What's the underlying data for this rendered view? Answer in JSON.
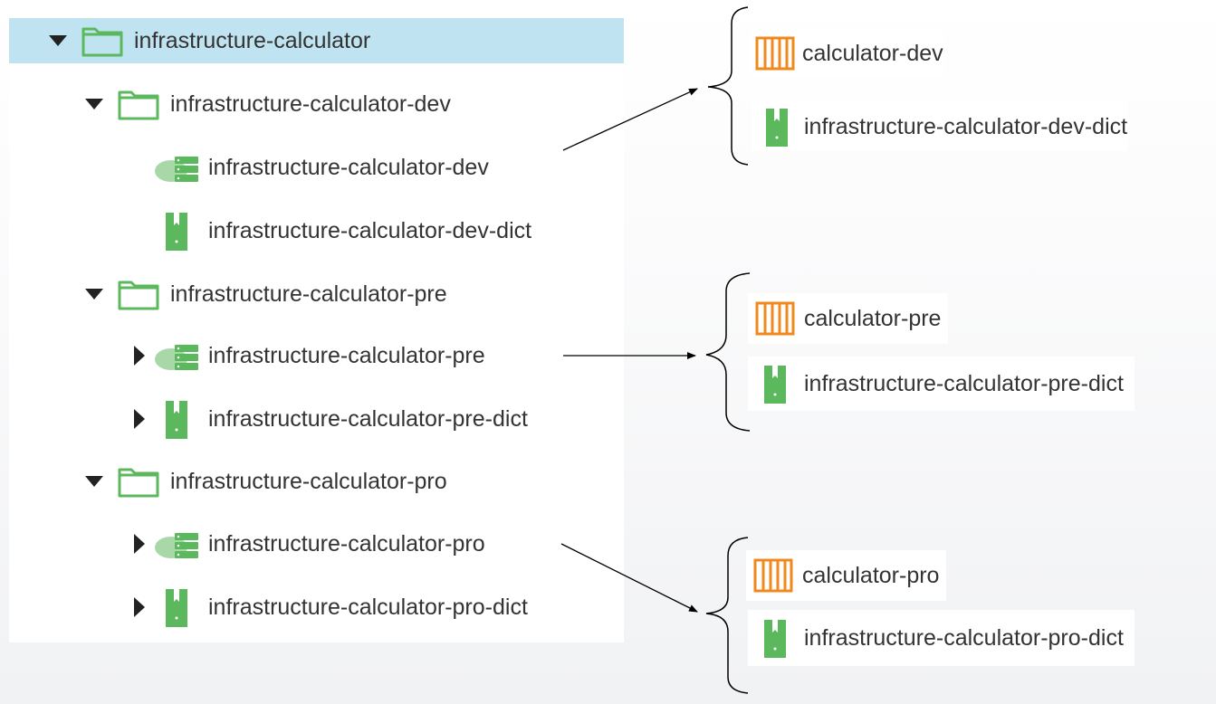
{
  "tree": {
    "root": {
      "label": "infrastructure-calculator",
      "icon": "folder-icon",
      "expanded": true,
      "selected": true
    },
    "folders": [
      {
        "label": "infrastructure-calculator-dev",
        "icon": "folder-icon",
        "expanded": true,
        "children": [
          {
            "label": "infrastructure-calculator-dev",
            "icon": "cloud-server-icon",
            "expandable": false
          },
          {
            "label": "infrastructure-calculator-dev-dict",
            "icon": "dictionary-icon",
            "expandable": false
          }
        ]
      },
      {
        "label": "infrastructure-calculator-pre",
        "icon": "folder-icon",
        "expanded": true,
        "children": [
          {
            "label": "infrastructure-calculator-pre",
            "icon": "cloud-server-icon",
            "expandable": true
          },
          {
            "label": "infrastructure-calculator-pre-dict",
            "icon": "dictionary-icon",
            "expandable": true
          }
        ]
      },
      {
        "label": "infrastructure-calculator-pro",
        "icon": "folder-icon",
        "expanded": true,
        "children": [
          {
            "label": "infrastructure-calculator-pro",
            "icon": "cloud-server-icon",
            "expandable": true
          },
          {
            "label": "infrastructure-calculator-pro-dict",
            "icon": "dictionary-icon",
            "expandable": true
          }
        ]
      }
    ]
  },
  "annotations": [
    {
      "items": [
        {
          "label": "calculator-dev",
          "icon": "container-icon"
        },
        {
          "label": "infrastructure-calculator-dev-dict",
          "icon": "dictionary-icon"
        }
      ]
    },
    {
      "items": [
        {
          "label": "calculator-pre",
          "icon": "container-icon"
        },
        {
          "label": "infrastructure-calculator-pre-dict",
          "icon": "dictionary-icon"
        }
      ]
    },
    {
      "items": [
        {
          "label": "calculator-pro",
          "icon": "container-icon"
        },
        {
          "label": "infrastructure-calculator-pro-dict",
          "icon": "dictionary-icon"
        }
      ]
    }
  ],
  "colors": {
    "selection": "#bfe3f0",
    "folder": "#5cb85c",
    "server": "#5cb85c",
    "dictionary": "#5cb85c",
    "container": "#f0881e",
    "text": "#333333",
    "arrow": "#000000"
  }
}
